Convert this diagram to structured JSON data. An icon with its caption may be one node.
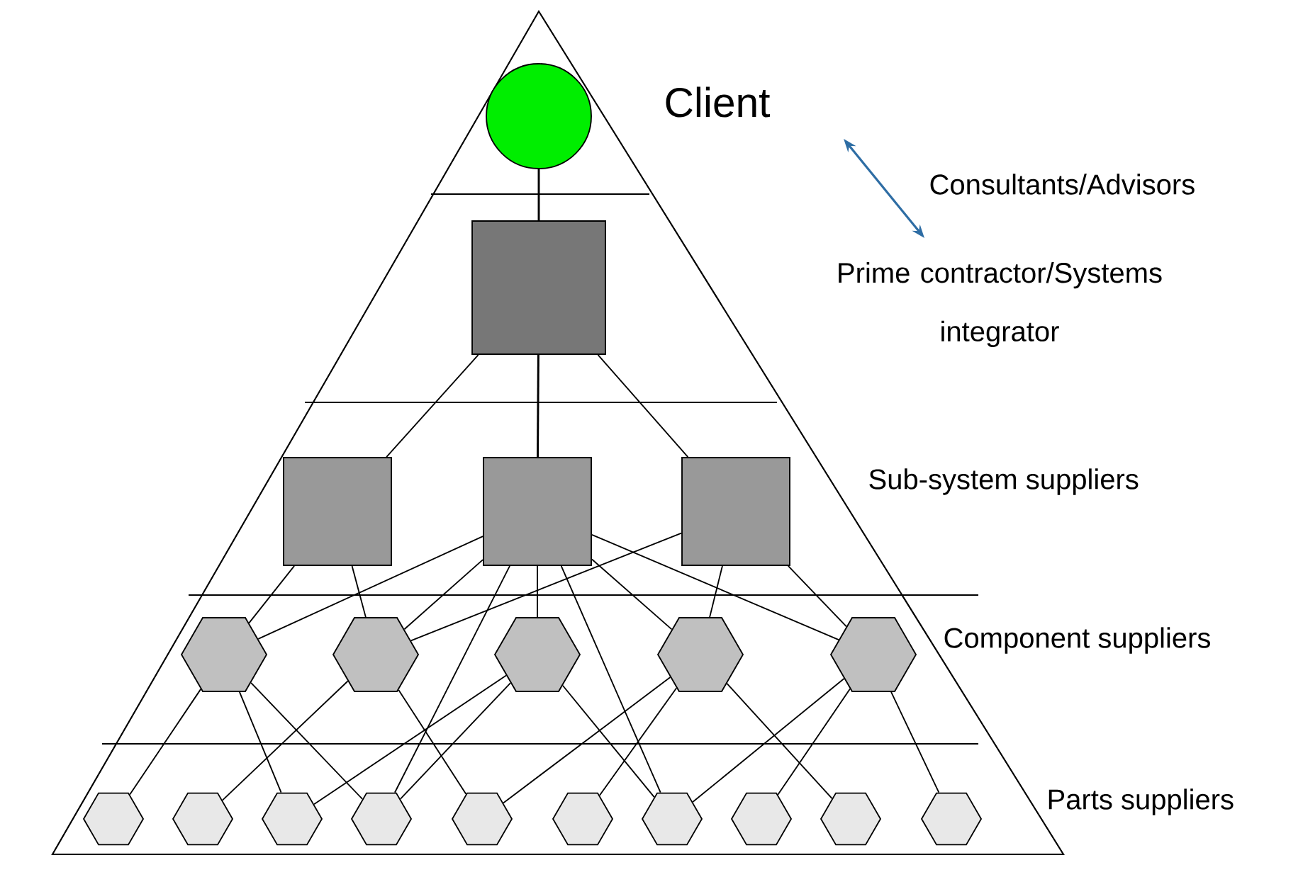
{
  "diagram": {
    "nodes": [
      {
        "text": [],
        "shape": "circle"
      },
      {
        "text": [],
        "shape": "box"
      },
      {
        "text": [],
        "shape": "box"
      },
      {
        "text": [],
        "shape": "box"
      },
      {
        "text": [],
        "shape": "box"
      },
      {
        "text": [],
        "shape": "hexagon"
      },
      {
        "text": [],
        "shape": "hexagon"
      },
      {
        "text": [],
        "shape": "hexagon"
      },
      {
        "text": [],
        "shape": "hexagon"
      },
      {
        "text": [],
        "shape": "hexagon"
      },
      {
        "text": [],
        "shape": "hexagon"
      },
      {
        "text": [],
        "shape": "hexagon"
      },
      {
        "text": [],
        "shape": "hexagon"
      },
      {
        "text": [],
        "shape": "hexagon"
      },
      {
        "text": [],
        "shape": "hexagon"
      },
      {
        "text": [],
        "shape": "hexagon"
      },
      {
        "text": [],
        "shape": "hexagon"
      },
      {
        "text": [],
        "shape": "hexagon"
      },
      {
        "text": [],
        "shape": "hexagon"
      },
      {
        "text": [],
        "shape": "hexagon"
      }
    ],
    "edges": [
      {
        "from": 0,
        "to": 1,
        "arrow": "none"
      },
      {
        "from": 1,
        "to": 2,
        "arrow": "none"
      },
      {
        "from": 1,
        "to": 3,
        "arrow": "none"
      },
      {
        "from": 1,
        "to": 4,
        "arrow": "none"
      },
      {
        "from": 2,
        "to": 5,
        "arrow": "none"
      },
      {
        "from": 2,
        "to": 6,
        "arrow": "none"
      },
      {
        "from": 3,
        "to": 5,
        "arrow": "none"
      },
      {
        "from": 3,
        "to": 6,
        "arrow": "none"
      },
      {
        "from": 3,
        "to": 13,
        "arrow": "none"
      },
      {
        "from": 3,
        "to": 7,
        "arrow": "none"
      },
      {
        "from": 3,
        "to": 16,
        "arrow": "none"
      },
      {
        "from": 3,
        "to": 8,
        "arrow": "none"
      },
      {
        "from": 3,
        "to": 9,
        "arrow": "none"
      },
      {
        "from": 4,
        "to": 6,
        "arrow": "none"
      },
      {
        "from": 4,
        "to": 8,
        "arrow": "none"
      },
      {
        "from": 4,
        "to": 9,
        "arrow": "none"
      },
      {
        "from": 5,
        "to": 10,
        "arrow": "none"
      },
      {
        "from": 5,
        "to": 12,
        "arrow": "none"
      },
      {
        "from": 5,
        "to": 13,
        "arrow": "none"
      },
      {
        "from": 6,
        "to": 11,
        "arrow": "none"
      },
      {
        "from": 6,
        "to": 14,
        "arrow": "none"
      },
      {
        "from": 7,
        "to": 12,
        "arrow": "none"
      },
      {
        "from": 7,
        "to": 13,
        "arrow": "none"
      },
      {
        "from": 7,
        "to": 16,
        "arrow": "none"
      },
      {
        "from": 8,
        "to": 14,
        "arrow": "none"
      },
      {
        "from": 8,
        "to": 15,
        "arrow": "none"
      },
      {
        "from": 8,
        "to": 18,
        "arrow": "none"
      },
      {
        "from": 9,
        "to": 16,
        "arrow": "none"
      },
      {
        "from": 9,
        "to": 17,
        "arrow": "none"
      },
      {
        "from": 9,
        "to": 19,
        "arrow": "none"
      }
    ],
    "labels": [
      "Client",
      "Consultants/Advisors",
      "Prime contractor/Systems integrator",
      "Sub-system suppliers",
      "Component suppliers",
      "Parts suppliers"
    ]
  }
}
